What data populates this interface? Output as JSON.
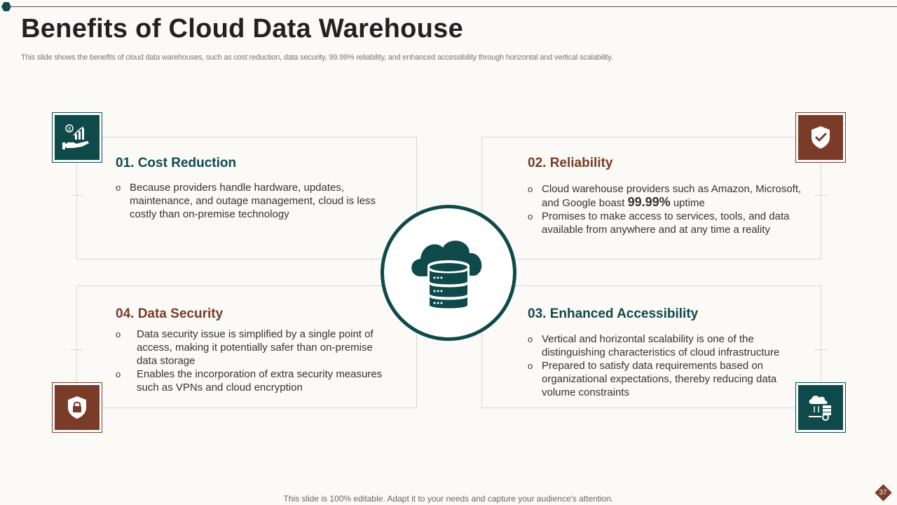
{
  "slide": {
    "title": "Benefits of Cloud Data Warehouse",
    "subtitle": "This slide shows the benefits of cloud data warehouses, such as cost reduction, data security, 99.99% reliability, and enhanced accessibility through horizontal and vertical scalability.",
    "footer": "This slide is 100% editable. Adapt it to your needs and capture your audience's attention.",
    "page_number": "37"
  },
  "cards": {
    "cost": {
      "heading": "01. Cost Reduction",
      "bullet1": "Because providers handle hardware, updates, maintenance, and outage management, cloud is less costly than on-premise technology"
    },
    "reliability": {
      "heading": "02. Reliability",
      "bullet1_pre": "Cloud warehouse providers such as Amazon, Microsoft, and Google boast ",
      "bullet1_highlight": "99.99%",
      "bullet1_post": " uptime",
      "bullet2": "Promises to make access to services, tools, and data available from anywhere and at any time a reality"
    },
    "security": {
      "heading": "04. Data Security",
      "bullet1": "Data security issue is simplified by a single point of access, making it potentially safer than on-premise data storage",
      "bullet2": "Enables the incorporation of extra security measures such as VPNs and cloud encryption"
    },
    "accessibility": {
      "heading": "03. Enhanced Accessibility",
      "bullet1": "Vertical and horizontal scalability is one of the distinguishing characteristics of cloud infrastructure",
      "bullet2": "Prepared to satisfy data requirements based on organizational expectations, thereby reducing data volume constraints"
    }
  },
  "icons": {
    "cost": "money-growth-hand-icon",
    "reliability": "shield-check-icon",
    "security": "shield-lock-icon",
    "accessibility": "cloud-settings-icon",
    "center": "cloud-database-icon"
  },
  "colors": {
    "teal": "#0f4a4a",
    "brown": "#7a3b28",
    "background": "#fbfaf7"
  }
}
